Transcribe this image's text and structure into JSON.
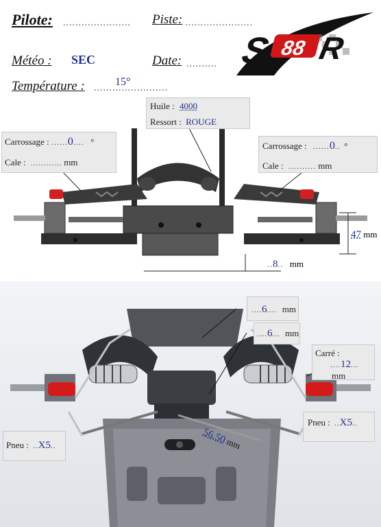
{
  "header": {
    "pilote_label": "Pilote:",
    "pilote_dots": "......................",
    "piste_label": "Piste:",
    "piste_dots": "......................",
    "meteo_label": "Météo :",
    "meteo_value": "SEC",
    "date_label": "Date:",
    "date_dots": "..........",
    "temperature_label": "Température :",
    "temperature_dots": "........................",
    "temperature_value": "15°"
  },
  "logo": {
    "text": "S88R"
  },
  "front_view": {
    "huile_label": "Huile :",
    "huile_value": "4000",
    "ressort_label": "Ressort :",
    "ressort_value": "ROUGE",
    "left_carrossage_label": "Carrossage :",
    "left_carrossage_dots": "......",
    "left_carrossage_value": "0",
    "left_carrossage_unit": "°",
    "left_cale_label": "Cale :",
    "left_cale_dots": "............",
    "left_cale_unit": "mm",
    "right_carrossage_label": "Carrossage :",
    "right_carrossage_dots": "......",
    "right_carrossage_value": "0",
    "right_carrossage_unit": "°",
    "right_cale_label": "Cale :",
    "right_cale_dots": "..........",
    "right_cale_unit": "mm",
    "height_value": "47",
    "height_unit": "mm",
    "ground_dots": "..",
    "ground_value": "8",
    "ground_dots2": "..",
    "ground_unit": "mm"
  },
  "top_view": {
    "top_value1": "6",
    "top_unit1": "mm",
    "top_value2": "6",
    "top_unit2": "mm",
    "carre_label": "Carré :",
    "carre_value": "12",
    "carre_unit": "mm",
    "pneu_left_label": "Pneu :",
    "pneu_left_value": "X5",
    "pneu_right_label": "Pneu :",
    "pneu_right_value": "X5",
    "biellette_value": "56,50",
    "biellette_unit": "mm"
  }
}
